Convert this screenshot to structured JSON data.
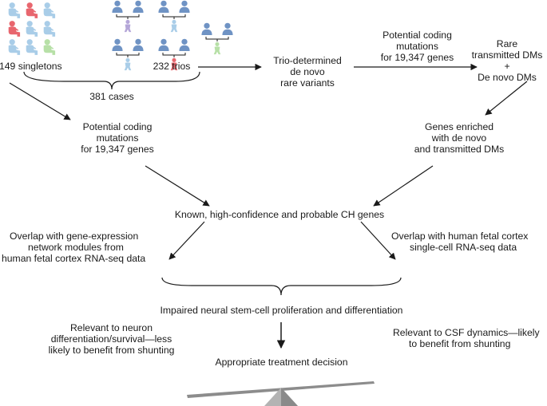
{
  "colors": {
    "blue": "#a9cde8",
    "parent": "#6f93c4",
    "red": "#e8666e",
    "green": "#b7e0a7",
    "purple": "#b4a6d8",
    "line": "#1a1a1a",
    "scale_beam": "#8c8c8c",
    "scale_pivot": "#b3b3b3"
  },
  "singletons": {
    "label": "149 singletons",
    "grid_colors": [
      [
        "blue",
        "red",
        "blue"
      ],
      [
        "red",
        "blue",
        "blue"
      ],
      [
        "blue",
        "blue",
        "green"
      ]
    ]
  },
  "trios": {
    "label": "232 trios",
    "child_colors": [
      "purple",
      "blue",
      "green",
      "blue",
      "red"
    ]
  },
  "cases_label": "381 cases",
  "nodes": {
    "trio_variants": [
      "Trio-determined",
      "de novo",
      "rare variants"
    ],
    "coding_top": [
      "Potential coding",
      "mutations",
      "for 19,347 genes"
    ],
    "rare_dms": [
      "Rare",
      "transmitted DMs",
      "+",
      "De novo DMs"
    ],
    "coding_left": [
      "Potential coding",
      "mutations",
      "for 19,347 genes"
    ],
    "genes_enriched": [
      "Genes enriched",
      "with de novo",
      "and transmitted DMs"
    ],
    "ch_genes": "Known, high-confidence and probable CH genes",
    "overlap_left": [
      "Overlap with gene-expression",
      "network modules from",
      "human fetal cortex RNA-seq data"
    ],
    "overlap_right": [
      "Overlap with human fetal cortex",
      "single-cell RNA-seq data"
    ],
    "impaired": "Impaired neural stem-cell proliferation and differentiation",
    "relevant_neuron": [
      "Relevant to neuron",
      "differentiation/survival—less",
      "likely to benefit from shunting"
    ],
    "relevant_csf": [
      "Relevant to CSF dynamics—likely",
      "to benefit from shunting"
    ],
    "treatment": "Appropriate treatment decision"
  }
}
